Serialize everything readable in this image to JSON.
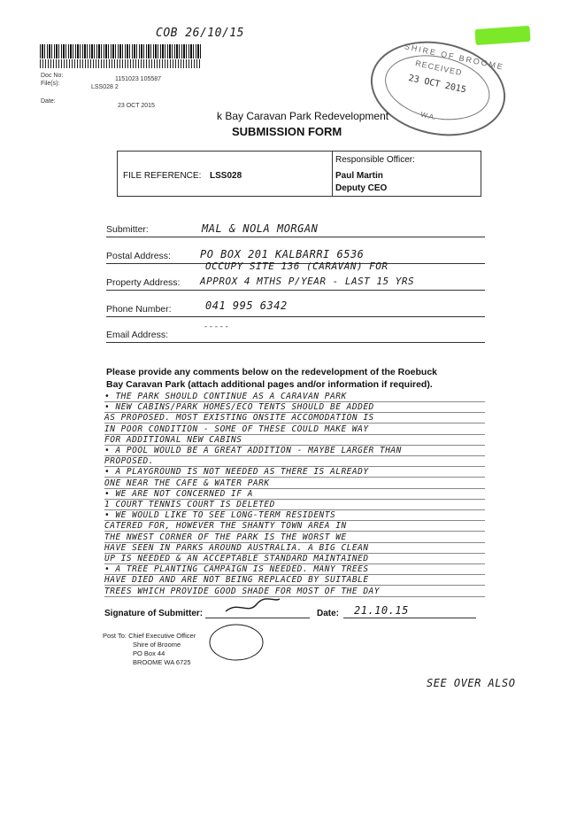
{
  "handwriting_top": "COB 26/10/15",
  "doc_meta": {
    "doc_no_label": "Doc No:",
    "files_label": "File(s):",
    "date_label": "Date:",
    "doc_no_value": "1151023 105587",
    "files_value": "LSS028 2",
    "date_value": "23 OCT 2015"
  },
  "stamp": {
    "org": "SHIRE OF BROOME",
    "received": "RECEIVED",
    "date": "23 OCT 2015",
    "state": "W.A."
  },
  "title": {
    "line1": "k Bay Caravan Park Redevelopment",
    "line2": "SUBMISSION FORM"
  },
  "ref_box": {
    "file_ref_label": "FILE REFERENCE:",
    "file_ref_value": "LSS028",
    "officer_label": "Responsible Officer:",
    "officer_name": "Paul Martin",
    "officer_title": "Deputy CEO"
  },
  "fields": {
    "submitter_label": "Submitter:",
    "submitter_value": "MAL & NOLA MORGAN",
    "postal_label": "Postal Address:",
    "postal_value": "PO BOX 201 KALBARRI 6536",
    "property_label": "Property Address:",
    "property_value_1": "OCCUPY SITE 136 (CARAVAN) FOR",
    "property_value_2": "APPROX 4 MTHS P/YEAR - LAST 15 YRS",
    "phone_label": "Phone Number:",
    "phone_value": "041 995 6342",
    "email_label": "Email Address:",
    "email_value": "-----"
  },
  "instructions": {
    "line1": "Please provide any comments below on the redevelopment of the Roebuck",
    "line2": "Bay Caravan Park (attach additional pages and/or information if required)."
  },
  "comments": [
    "• THE PARK SHOULD CONTINUE AS A CARAVAN PARK",
    "• NEW CABINS/PARK HOMES/ECO TENTS SHOULD BE ADDED",
    "AS PROPOSED. MOST EXISTING ONSITE ACCOMODATION IS",
    "IN POOR CONDITION - SOME OF THESE COULD MAKE WAY",
    "FOR ADDITIONAL NEW CABINS",
    "• A POOL WOULD BE A GREAT ADDITION - MAYBE LARGER THAN",
    "PROPOSED.",
    "• A PLAYGROUND IS NOT NEEDED AS THERE IS ALREADY",
    "ONE NEAR THE CAFE & WATER PARK",
    "• WE ARE NOT CONCERNED IF A",
    "1 COURT TENNIS COURT IS DELETED",
    "• WE WOULD LIKE TO SEE LONG-TERM RESIDENTS",
    "CATERED FOR, HOWEVER THE SHANTY TOWN AREA IN",
    "THE NWEST CORNER OF THE PARK IS THE WORST WE",
    "HAVE SEEN IN PARKS AROUND AUSTRALIA. A BIG CLEAN",
    "UP IS NEEDED & AN ACCEPTABLE STANDARD MAINTAINED",
    "• A TREE PLANTING CAMPAIGN IS NEEDED. MANY TREES",
    "HAVE DIED AND ARE NOT BEING REPLACED BY SUITABLE",
    "TREES WHICH PROVIDE GOOD SHADE FOR MOST OF THE DAY"
  ],
  "signature": {
    "label": "Signature of Submitter:",
    "date_label": "Date:",
    "date_value": "21.10.15"
  },
  "post_to": {
    "prefix": "Post To:",
    "line1": "Chief Executive Officer",
    "line2": "Shire of Broome",
    "line3": "PO Box 44",
    "line4": "BROOME WA 6725"
  },
  "see_over": "SEE OVER ALSO",
  "colors": {
    "highlighter": "#7be82a",
    "ink": "#1a1a1a"
  }
}
